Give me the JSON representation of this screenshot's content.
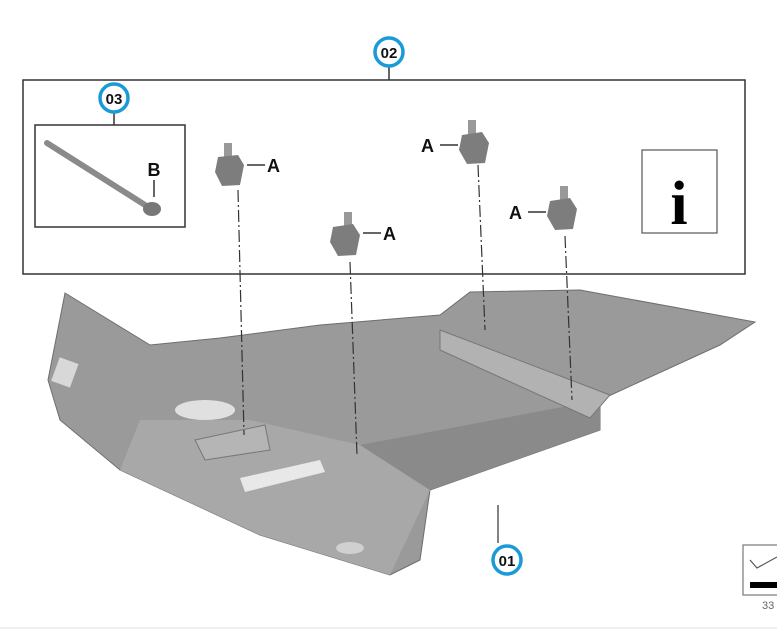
{
  "callouts": [
    {
      "number": "01",
      "part": "skid-plate"
    },
    {
      "number": "02",
      "part": "mounting-kit"
    },
    {
      "number": "03",
      "part": "bolt"
    }
  ],
  "part_labels": {
    "nut": "A",
    "bolt": "B"
  },
  "info_icon": "i",
  "page_number": "33",
  "colors": {
    "callout_ring": "#1a9ad6",
    "part_gray": "#8c8c8c"
  }
}
